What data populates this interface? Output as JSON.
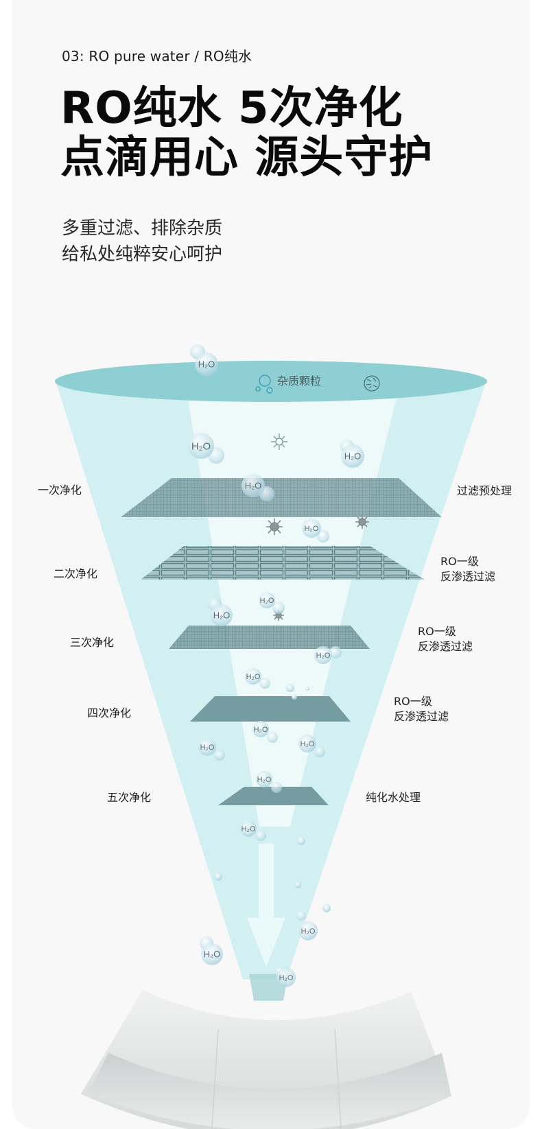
{
  "header": {
    "eyebrow": "03: RO pure water / RO纯水",
    "title_lines": [
      "RO纯水 5次净化",
      "点滴用心 源头守护"
    ],
    "subtitle_lines": [
      "多重过滤、排除杂质",
      "给私处纯粹安心呵护"
    ]
  },
  "diagram": {
    "inlet_label": "杂质颗粒",
    "molecule_label": "H₂O",
    "colors": {
      "panel_bg": "#f8f8f8",
      "funnel_top": "#8ecfd3",
      "funnel_body": "#d2f0f1",
      "funnel_core": "#effafa",
      "filter_dark": "#6f969c",
      "pad": "#e6e8e8"
    },
    "stages": [
      {
        "step": 1,
        "left_label": "一次净化",
        "right_label": [
          "过滤预处理"
        ],
        "filter_type": "fine-mesh"
      },
      {
        "step": 2,
        "left_label": "二次净化",
        "right_label": [
          "RO一级",
          "反渗透过滤"
        ],
        "filter_type": "grid"
      },
      {
        "step": 3,
        "left_label": "三次净化",
        "right_label": [
          "RO一级",
          "反渗透过滤"
        ],
        "filter_type": "fine-mesh"
      },
      {
        "step": 4,
        "left_label": "四次净化",
        "right_label": [
          "RO一级",
          "反渗透过滤"
        ],
        "filter_type": "solid"
      },
      {
        "step": 5,
        "left_label": "五次净化",
        "right_label": [
          "纯化水处理"
        ],
        "filter_type": "solid"
      }
    ]
  }
}
